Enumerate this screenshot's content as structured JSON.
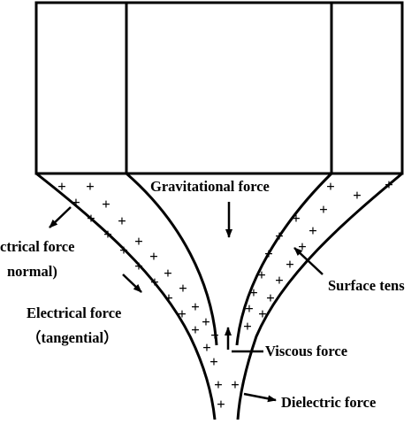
{
  "labels": {
    "gravitational": "Gravitational force",
    "electrical_normal_1": "ctrical force",
    "electrical_normal_2": "normal)",
    "electrical_tangential_1": "Electrical force",
    "electrical_tangential_2": "（tangential）",
    "surface_tension": "Surface tens",
    "viscous": "Viscous force",
    "dielectric": "Dielectric force"
  },
  "charge_symbol": "+",
  "colors": {
    "stroke": "#000000",
    "background": "#ffffff"
  }
}
